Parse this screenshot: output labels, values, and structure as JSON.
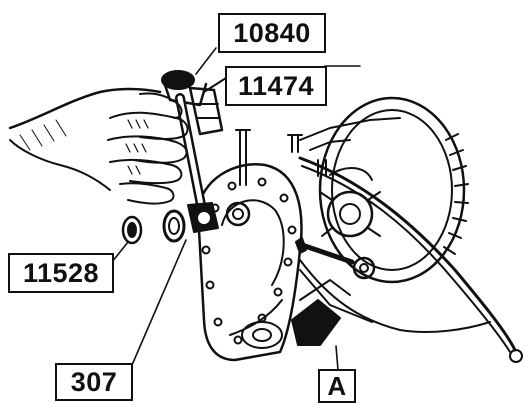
{
  "diagram": {
    "part_labels": {
      "tool_10840": "10840",
      "tool_11474": "11474",
      "tool_11528": "11528",
      "part_307": "307",
      "mark_a": "A"
    },
    "colors": {
      "ink": "#111111",
      "paper": "#ffffff",
      "bleed_through": "#c9c9c9"
    }
  }
}
